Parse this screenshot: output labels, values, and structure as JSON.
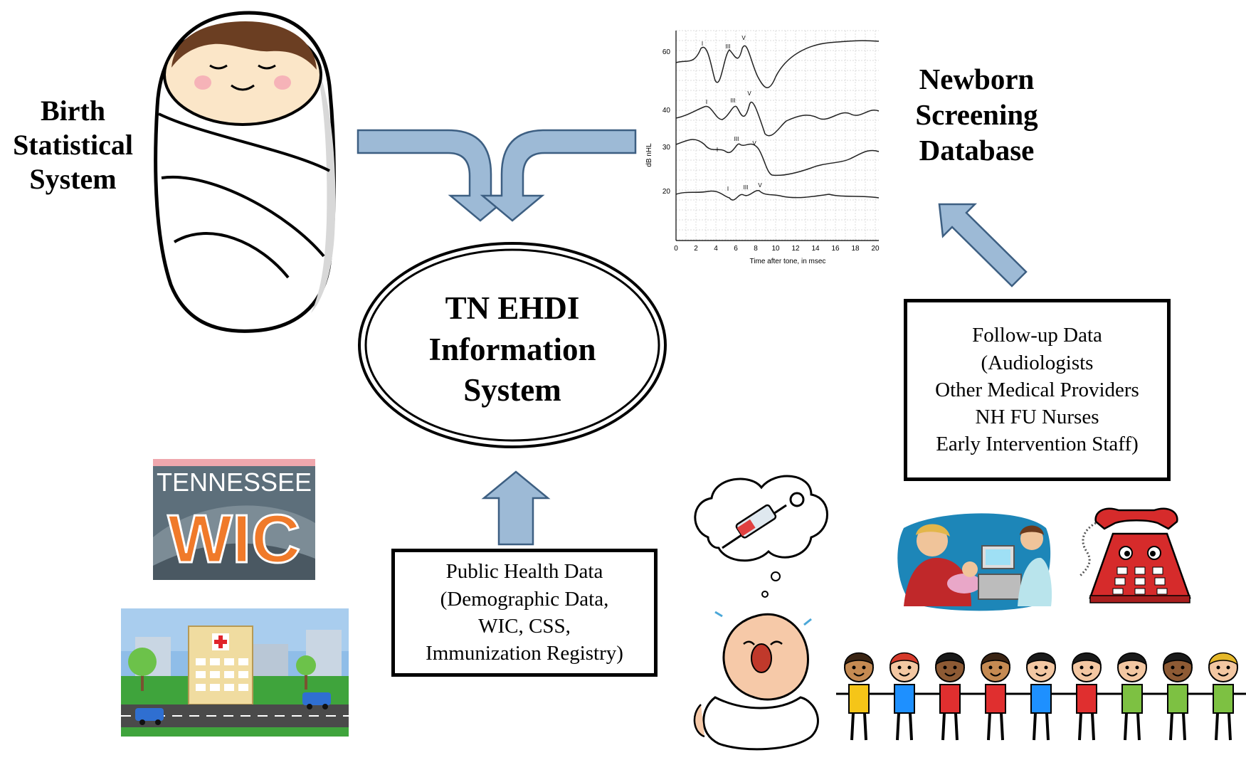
{
  "birth_label": {
    "lines": [
      "Birth",
      "Statistical",
      "System"
    ]
  },
  "newborn_label": {
    "lines": [
      "Newborn",
      "Screening",
      "Database"
    ]
  },
  "center": {
    "lines": [
      "TN EHDI",
      "Information",
      "System"
    ]
  },
  "followup": {
    "lines": [
      "Follow-up Data",
      "(Audiologists",
      "Other Medical Providers",
      "NH FU Nurses",
      "Early Intervention Staff)"
    ]
  },
  "public_health": {
    "lines": [
      "Public Health Data",
      "(Demographic Data,",
      "WIC, CSS,",
      "Immunization Registry)"
    ]
  },
  "abr_chart": {
    "y_axis_label": "dB nHL",
    "y_ticks": [
      "60",
      "40",
      "30",
      "20"
    ],
    "x_ticks": [
      "0",
      "2",
      "4",
      "6",
      "8",
      "10",
      "12",
      "14",
      "16",
      "18",
      "20"
    ],
    "x_axis_label": "Time after tone, in msec",
    "peak_markers": [
      "I",
      "III",
      "V"
    ]
  },
  "wic_logo": {
    "top": "TENNESSEE",
    "main": "WIC"
  },
  "colors": {
    "arrow_fill": "#9dbad6",
    "arrow_stroke": "#3d5f82"
  }
}
